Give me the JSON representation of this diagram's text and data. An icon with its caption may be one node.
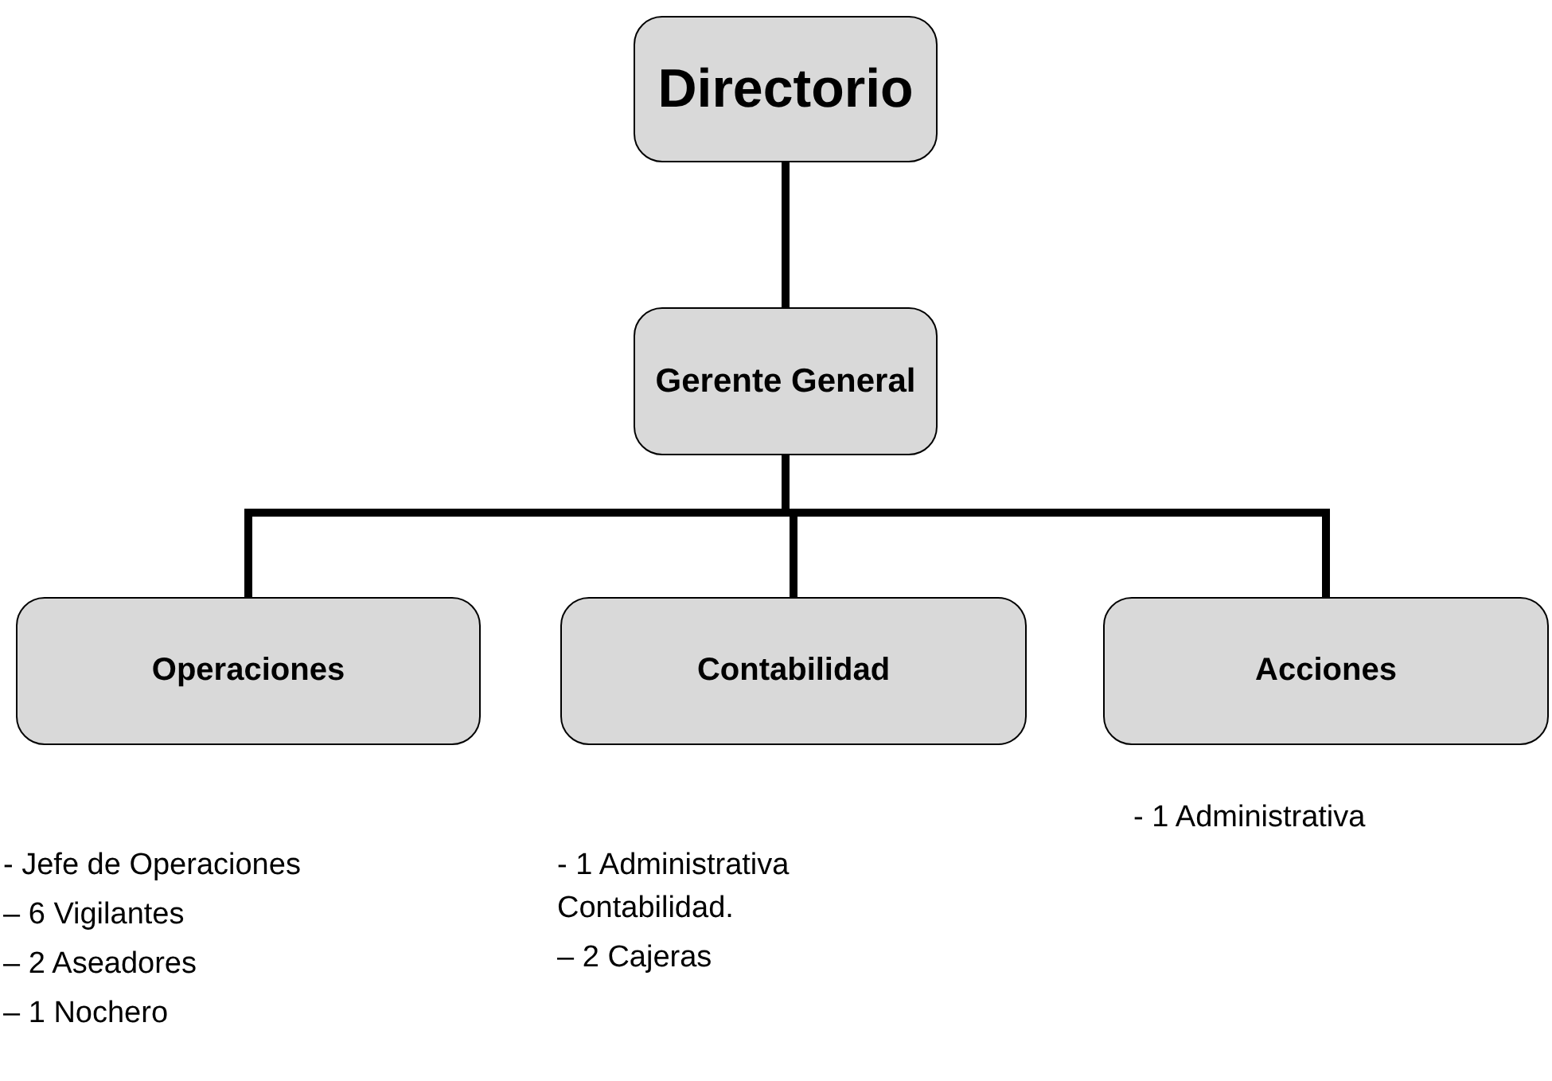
{
  "diagram": {
    "nodes": [
      {
        "text": [
          "Directorio"
        ]
      },
      {
        "text": [
          "Gerente General"
        ]
      },
      {
        "text": [
          "Operaciones"
        ],
        "beside": [
          "- Jefe de Operaciones",
          "– 6 Vigilantes",
          "– 2 Aseadores",
          "– 1 Nochero"
        ]
      },
      {
        "text": [
          "Contabilidad"
        ],
        "beside": [
          "- 1 Administrativa Contabilidad.",
          "– 2 Cajeras"
        ]
      },
      {
        "text": [
          "Acciones"
        ],
        "beside": [
          "- 1 Administrativa"
        ]
      }
    ],
    "edges": [
      {
        "from": 0,
        "to": 1,
        "arrow": "none"
      },
      {
        "from": 1,
        "to": 2,
        "arrow": "none"
      },
      {
        "from": 1,
        "to": 3,
        "arrow": "none"
      },
      {
        "from": 1,
        "to": 4,
        "arrow": "none"
      }
    ]
  }
}
